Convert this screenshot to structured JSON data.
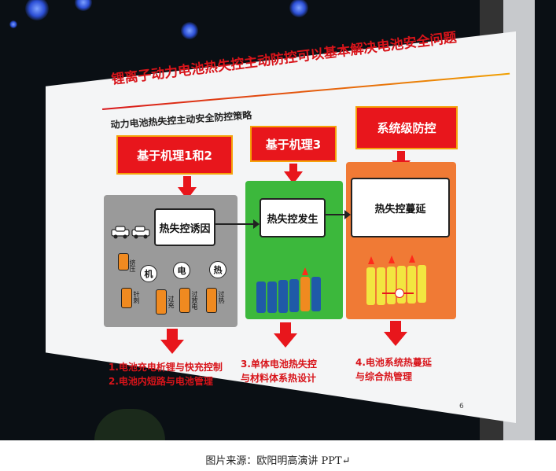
{
  "slide": {
    "title": "锂离子动力电池热失控主动防控可以基本解决电池安全问题",
    "subtitle": "动力电池热失控主动安全防控策略",
    "headers": [
      "基于机理1和2",
      "基于机理3",
      "系统级防控"
    ],
    "nodes": [
      "热失控诱因",
      "热失控发生",
      "热失控蔓延"
    ],
    "mechanisms": [
      "机",
      "电",
      "热"
    ],
    "labels": [
      "挤压",
      "针刺",
      "过充",
      "过放电",
      "过热"
    ],
    "bottom": [
      [
        "1.电池充电析锂与快充控制",
        "2.电池内短路与电池管理"
      ],
      [
        "3.单体电池热失控",
        "与材料体系热设计"
      ],
      [
        "4.电池系统热蔓延",
        "与综合热管理"
      ]
    ],
    "page_number": "6"
  },
  "caption": "图片来源：欧阳明高演讲 PPT↵",
  "colors": {
    "red": "#e8161c",
    "gray_panel": "#9a9a9a",
    "green_panel": "#3cb83c",
    "orange_panel": "#f07a35",
    "blue_cell": "#1f5aa8",
    "orange_cell": "#f08a20",
    "yellow_cell": "#f2e640"
  }
}
